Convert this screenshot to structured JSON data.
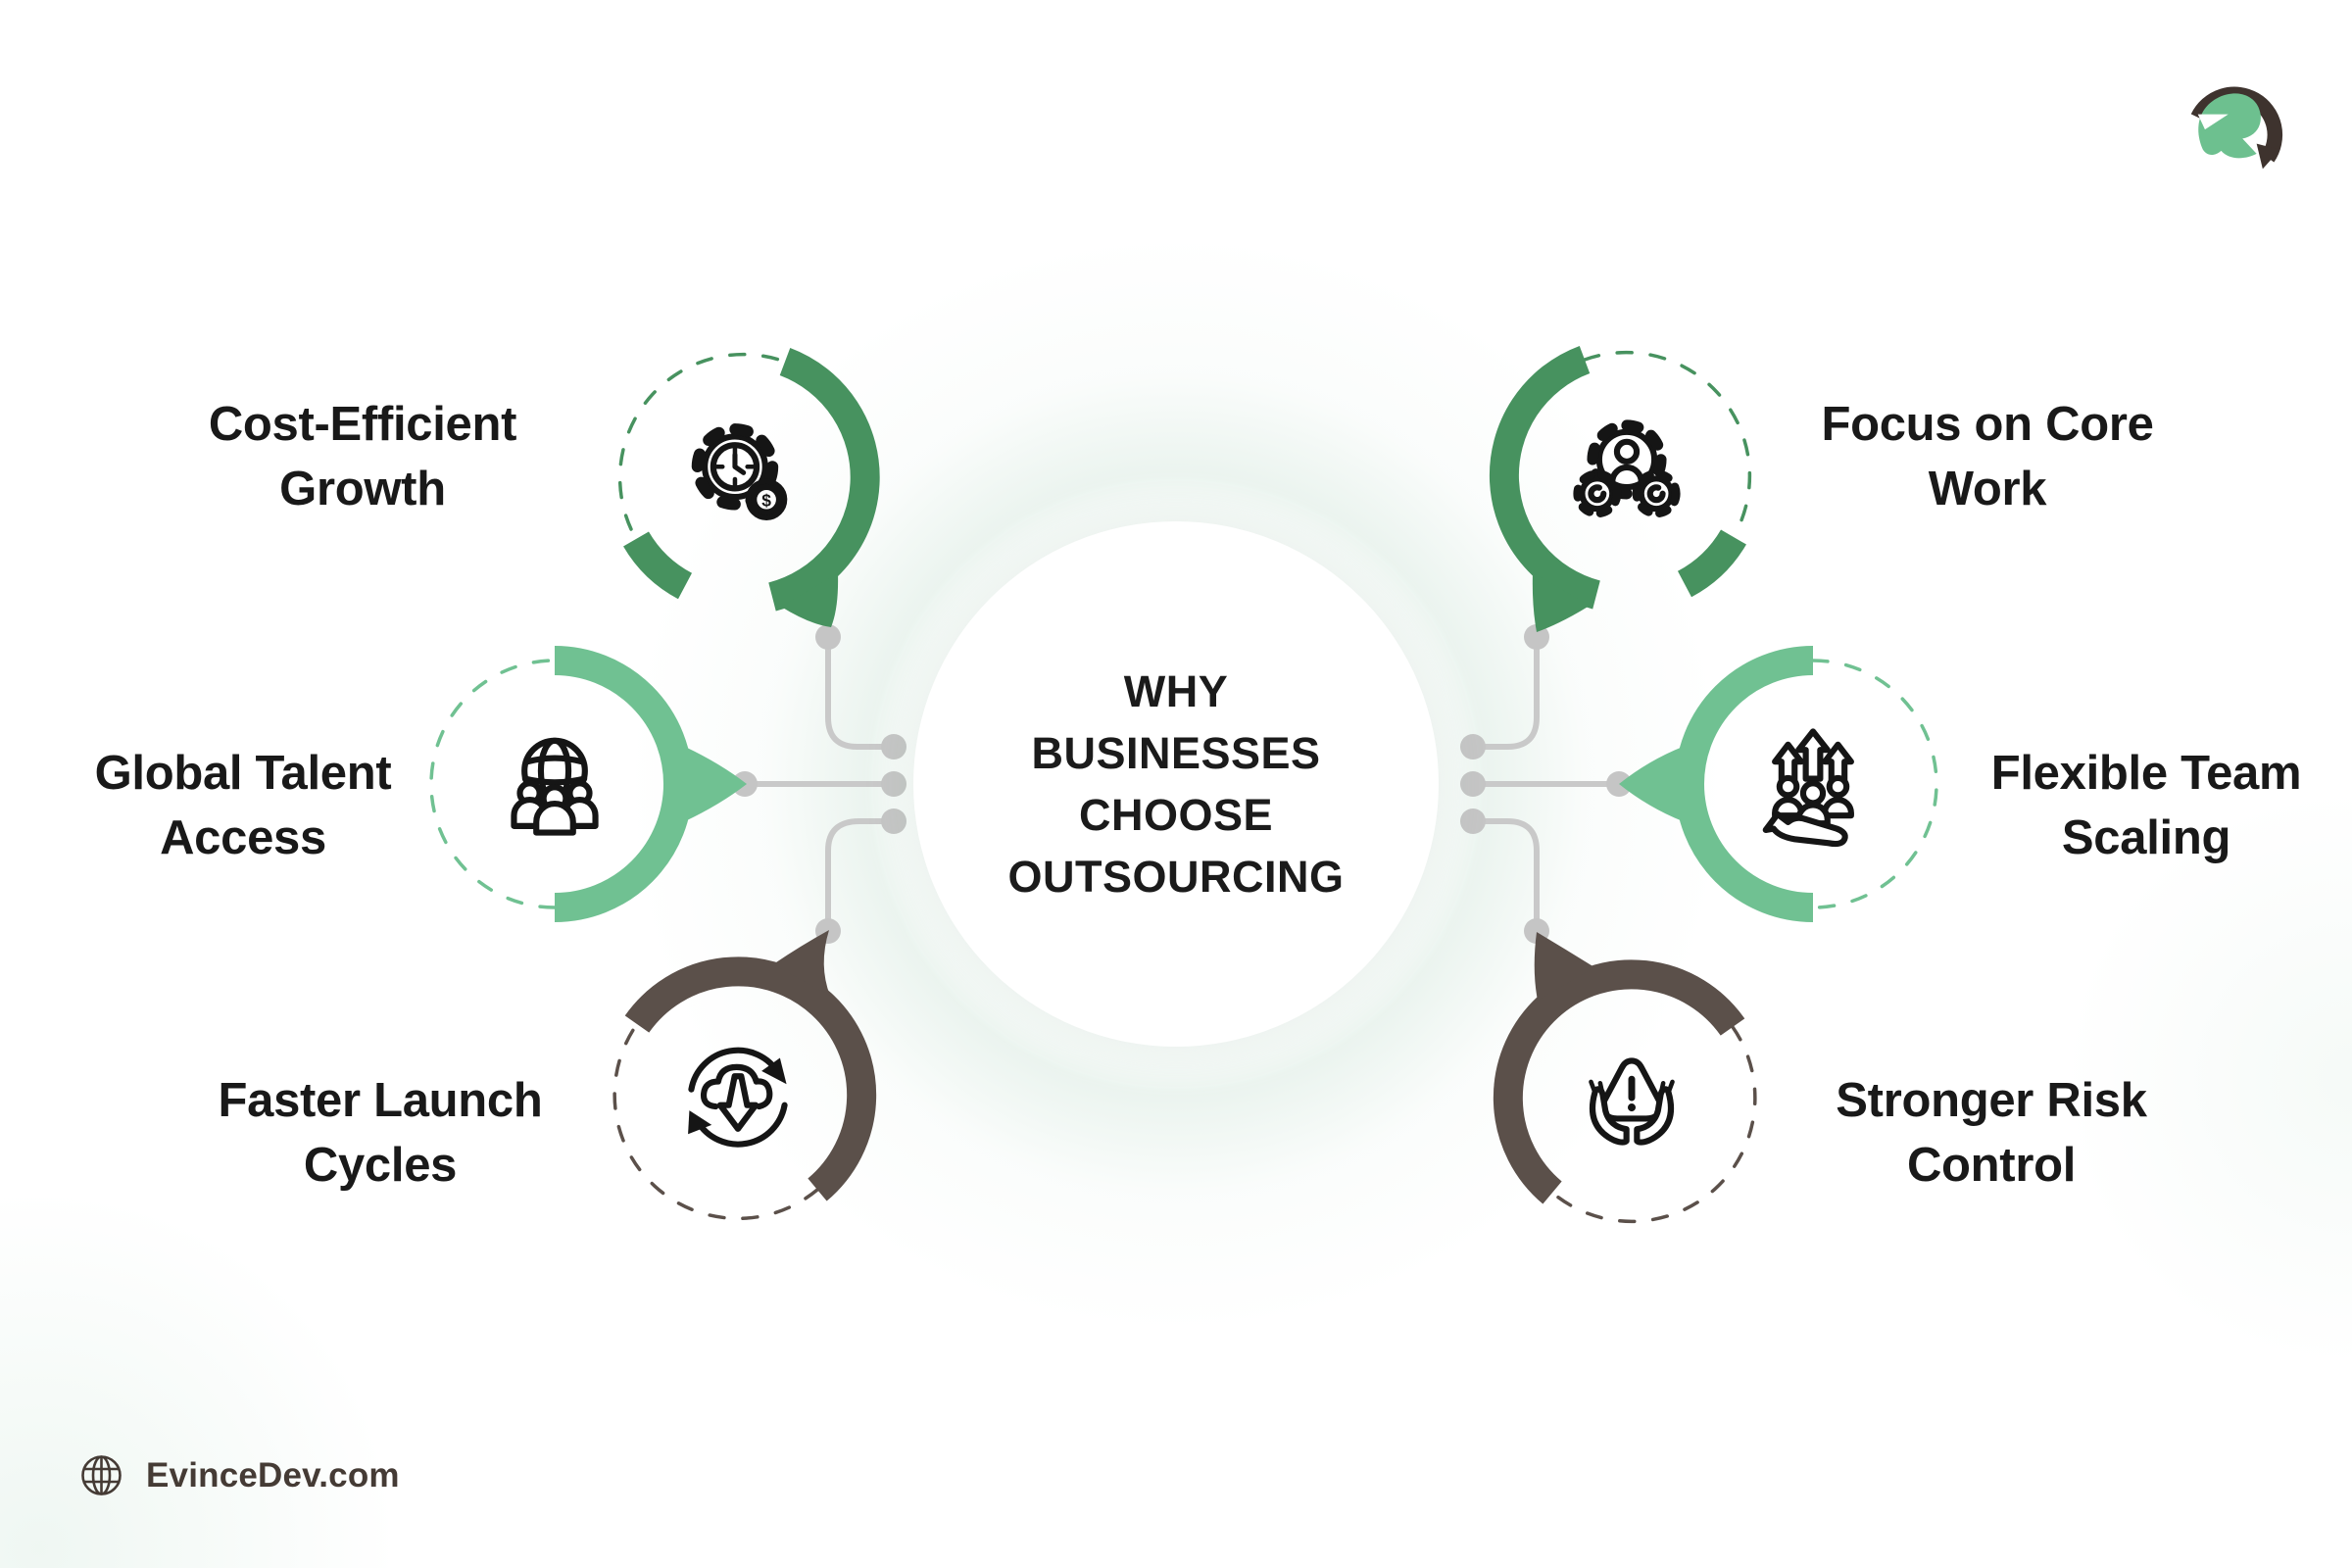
{
  "page": {
    "type": "infographic",
    "background": "#FFFFFF"
  },
  "center": {
    "title_lines": [
      "WHY",
      "BUSINESSES",
      "CHOOSE",
      "OUTSOURCING"
    ]
  },
  "nodes": [
    {
      "id": "cost-efficient-growth",
      "position": "top-left",
      "label_lines": [
        "Cost-Efficient",
        "Growth"
      ],
      "accent_color": "#47925F",
      "icon": "gear-clock-dollar-icon"
    },
    {
      "id": "global-talent-access",
      "position": "middle-left",
      "label_lines": [
        "Global Talent",
        "Access"
      ],
      "accent_color": "#70C192",
      "icon": "globe-team-icon"
    },
    {
      "id": "faster-launch-cycles",
      "position": "bottom-left",
      "label_lines": [
        "Faster Launch",
        "Cycles"
      ],
      "accent_color": "#5B504A",
      "icon": "cloud-launch-cycle-icon"
    },
    {
      "id": "focus-on-core-work",
      "position": "top-right",
      "label_lines": [
        "Focus on Core",
        "Work"
      ],
      "accent_color": "#47925F",
      "icon": "gears-person-icon"
    },
    {
      "id": "flexible-team-scaling",
      "position": "middle-right",
      "label_lines": [
        "Flexible Team",
        "Scaling"
      ],
      "accent_color": "#70C192",
      "icon": "team-scaling-hand-icon"
    },
    {
      "id": "stronger-risk-control",
      "position": "bottom-right",
      "label_lines": [
        "Stronger Risk",
        "Control"
      ],
      "accent_color": "#5B504A",
      "icon": "hands-warning-icon"
    }
  ],
  "icons": {
    "dollar_glyph": "$"
  },
  "branding": {
    "footer_text": "EvinceDev.com",
    "logo": "evincedev-helmet-logo",
    "logo_helmet_color": "#6DC08F",
    "logo_crest_color": "#3E332E"
  },
  "colors": {
    "dark_green": "#47925F",
    "light_green": "#70C192",
    "dark_taupe": "#5B504A",
    "connector_gray": "#C9C9C9",
    "dot_gray": "#C5C5C5",
    "text_dark": "#1B1B1B",
    "footer_text": "#453B35"
  }
}
